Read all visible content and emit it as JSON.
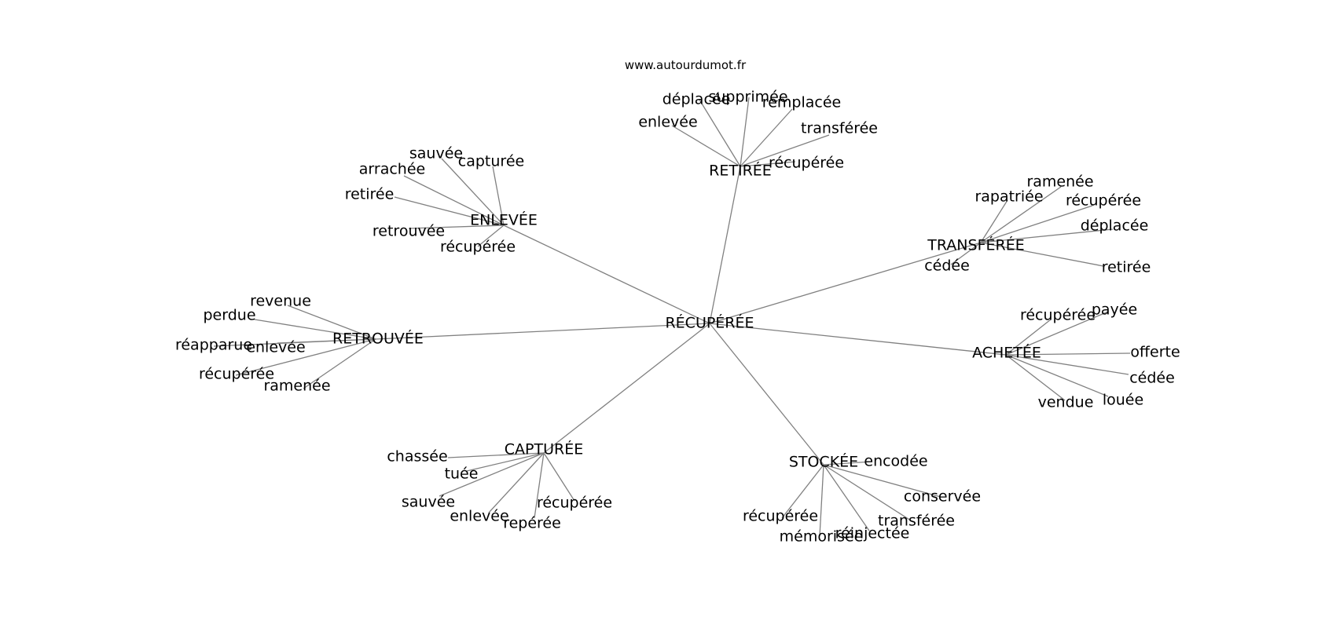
{
  "watermark": "www.autourdumot.fr",
  "graph": {
    "center": {
      "id": "recuperee",
      "label": "RÉCUPÉRÉE"
    },
    "hubs": [
      {
        "id": "retiree",
        "label": "RETIRÉE",
        "leaves": [
          "déplacée",
          "supprimée",
          "remplacée",
          "enlevée",
          "transférée",
          "récupérée"
        ]
      },
      {
        "id": "enlevee",
        "label": "ENLEVÉE",
        "leaves": [
          "sauvée",
          "capturée",
          "arrachée",
          "retirée",
          "retrouvée",
          "récupérée"
        ]
      },
      {
        "id": "transferee",
        "label": "TRANSFÉRÉE",
        "leaves": [
          "ramenée",
          "rapatriée",
          "récupérée",
          "déplacée",
          "cédée",
          "retirée"
        ]
      },
      {
        "id": "retrouvee",
        "label": "RETROUVÉE",
        "leaves": [
          "revenue",
          "perdue",
          "réapparue",
          "enlevée",
          "récupérée",
          "ramenée"
        ]
      },
      {
        "id": "achetee",
        "label": "ACHETÉE",
        "leaves": [
          "récupérée",
          "payée",
          "offerte",
          "cédée",
          "louée",
          "vendue"
        ]
      },
      {
        "id": "capturee",
        "label": "CAPTURÉE",
        "leaves": [
          "chassée",
          "tuée",
          "sauvée",
          "enlevée",
          "repérée",
          "récupérée"
        ]
      },
      {
        "id": "stockee",
        "label": "STOCKÉE",
        "leaves": [
          "encodée",
          "conservée",
          "transférée",
          "réinjectée",
          "mémorisée",
          "récupérée"
        ]
      }
    ]
  }
}
